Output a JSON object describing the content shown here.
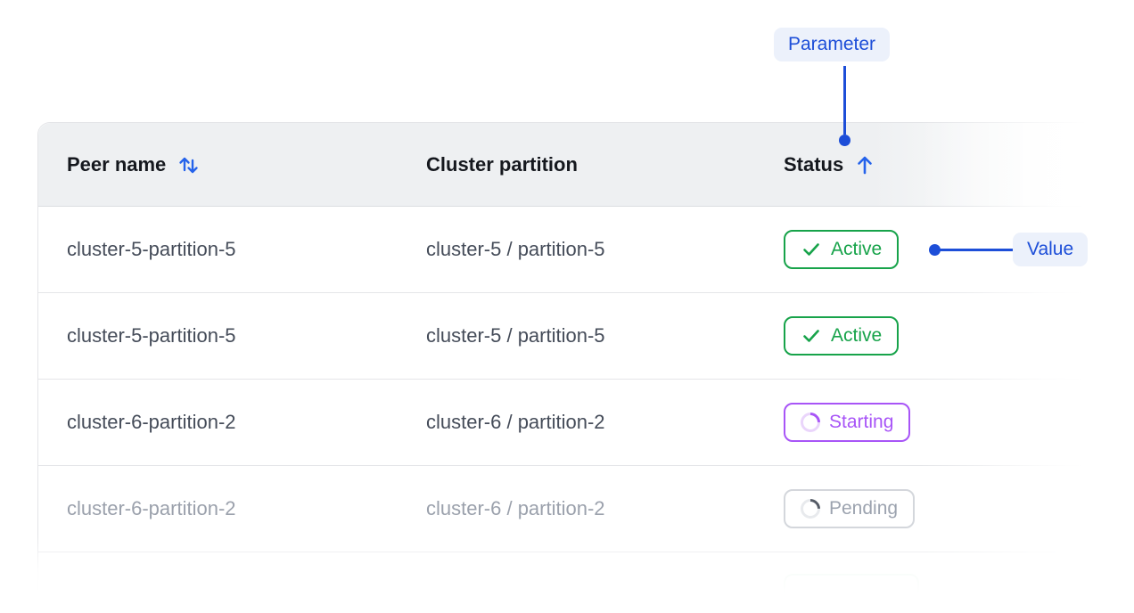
{
  "table": {
    "columns": [
      {
        "label": "Peer name",
        "sort_icon": "sort-both"
      },
      {
        "label": "Cluster partition",
        "sort_icon": "none"
      },
      {
        "label": "Status",
        "sort_icon": "sort-ascending"
      }
    ],
    "rows": [
      {
        "peer_name": "cluster-5-partition-5",
        "cluster_partition": "cluster-5 / partition-5",
        "status": "Active",
        "state": "active",
        "dimmed": false
      },
      {
        "peer_name": "cluster-5-partition-5",
        "cluster_partition": "cluster-5 / partition-5",
        "status": "Active",
        "state": "active",
        "dimmed": false
      },
      {
        "peer_name": "cluster-6-partition-2",
        "cluster_partition": "cluster-6 / partition-2",
        "status": "Starting",
        "state": "starting",
        "dimmed": false
      },
      {
        "peer_name": "cluster-6-partition-2",
        "cluster_partition": "cluster-6 / partition-2",
        "status": "Pending",
        "state": "pending",
        "dimmed": true
      }
    ]
  },
  "annotations": {
    "parameter_label": "Parameter",
    "value_label": "Value"
  },
  "colors": {
    "annotation_blue": "#1d4ed8",
    "annotation_pill_bg": "#ecf1fb",
    "sort_arrow_blue": "#2563eb",
    "status_active_green": "#17a34a",
    "status_starting_purple": "#a855f7",
    "status_pending_gray": "#9ca3af",
    "header_background": "#eef0f2",
    "divider_gray": "#e4e5e8"
  }
}
